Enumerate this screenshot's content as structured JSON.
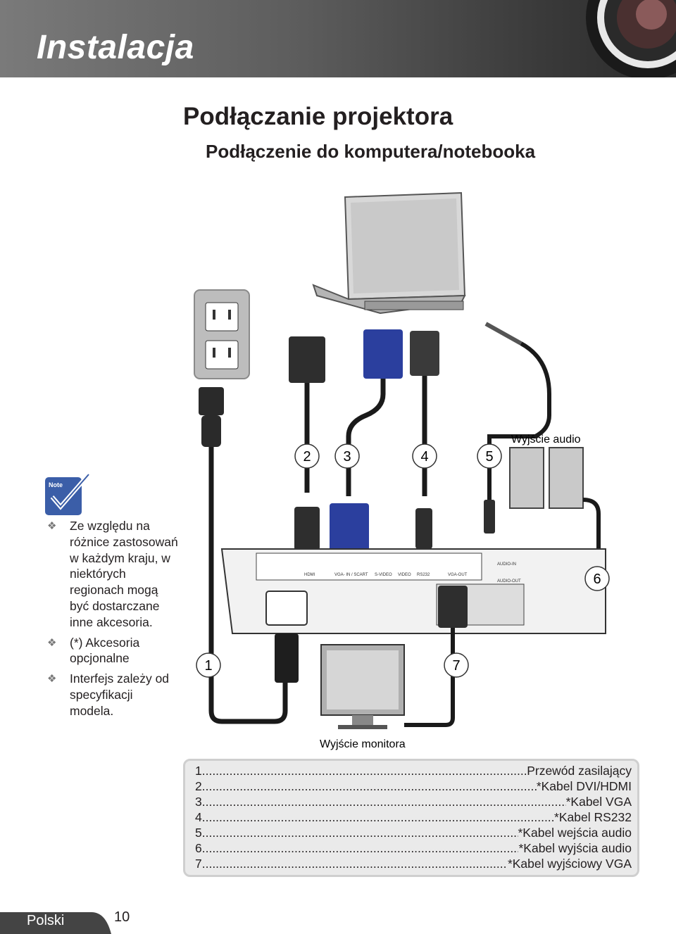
{
  "header": {
    "title": "Instalacja"
  },
  "page": {
    "heading": "Podłączanie projektora",
    "subheading": "Podłączenie do komputera/notebooka"
  },
  "diagram": {
    "audio_output_label": "Wyjście audio",
    "monitor_output_label": "Wyjście monitora",
    "callouts": [
      "1",
      "2",
      "3",
      "4",
      "5",
      "6",
      "7"
    ],
    "port_labels": {
      "hdmi": "HDMI",
      "vga_in": "VGA- IN / SCART",
      "svideo": "S-VIDEO",
      "video": "VIDEO",
      "rs232": "RS232",
      "vga_out": "VGA-OUT",
      "audio_in": "AUDIO-IN",
      "audio_out": "AUDIO-OUT"
    },
    "note_badge": "Note"
  },
  "notes": [
    "Ze względu na różnice zastosowań w każdym kraju, w niektórych regionach mogą być dostarczane inne akcesoria.",
    "(*) Akcesoria opcjonalne",
    "Interfejs zależy od specyfikacji modela."
  ],
  "legend": [
    {
      "num": "1",
      "label": "Przewód zasilający"
    },
    {
      "num": "2",
      "label": "*Kabel DVI/HDMI"
    },
    {
      "num": "3",
      "label": "*Kabel VGA"
    },
    {
      "num": "4",
      "label": "*Kabel RS232"
    },
    {
      "num": "5",
      "label": "*Kabel wejścia audio"
    },
    {
      "num": "6",
      "label": "*Kabel wyjścia audio"
    },
    {
      "num": "7",
      "label": "*Kabel wyjściowy VGA"
    }
  ],
  "footer": {
    "language": "Polski",
    "page_number": "10"
  },
  "colors": {
    "header_dark": "#3a3a3a",
    "vga_blue": "#2b3f9e",
    "legend_bg": "#eaeaea",
    "note_blue": "#3b5ea8"
  }
}
